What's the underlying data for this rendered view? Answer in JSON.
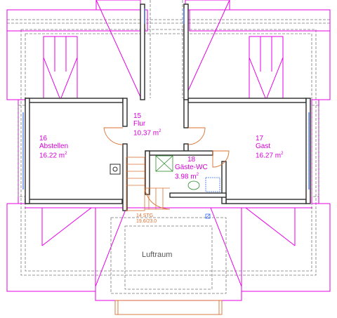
{
  "rooms": {
    "flur": {
      "number": "15",
      "name": "Flur",
      "area": "10.37 m",
      "unit_sup": "2"
    },
    "abstellen": {
      "number": "16",
      "name": "Abstellen",
      "area": "16.22 m",
      "unit_sup": "2"
    },
    "gast": {
      "number": "17",
      "name": "Gast",
      "area": "16.27 m",
      "unit_sup": "2"
    },
    "gaeste_wc": {
      "number": "18",
      "name": "Gäste-WC",
      "area": "3.98 m",
      "unit_sup": "2"
    }
  },
  "stair": {
    "steps": "14 STG",
    "ratio": "19.6/23.0"
  },
  "void": {
    "label": "Luftraum"
  },
  "colors": {
    "wall": "#2b2b2b",
    "roof_outline": "#e600e6",
    "room_label": "#d400d4",
    "window": "#3a6cf0",
    "stair": "#d87030",
    "wc_fixture": "#2a8a2a",
    "dashed": "#7a7a7a"
  }
}
